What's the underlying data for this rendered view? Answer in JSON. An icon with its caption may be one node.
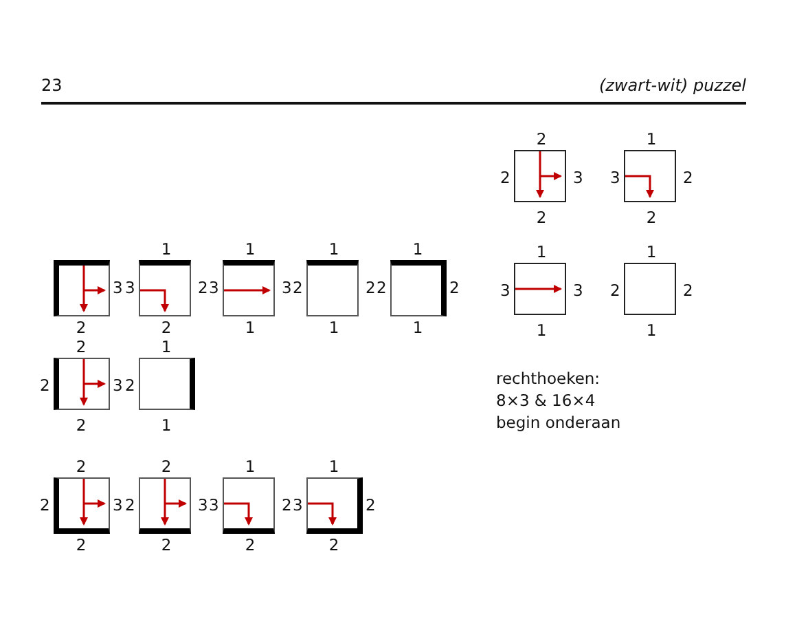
{
  "diagram": {
    "title": "(zwart-wit) puzzel",
    "nodes": [
      {
        "text": [],
        "shape": "box",
        "beside": [
          "2",
          "3",
          "2",
          "2"
        ]
      },
      {
        "text": [],
        "shape": "box",
        "beside": [
          "1",
          "2",
          "2",
          "3"
        ]
      },
      {
        "text": [],
        "shape": "box",
        "beside": [
          "1",
          "3",
          "1",
          "3"
        ]
      },
      {
        "text": [],
        "shape": "box",
        "beside": [
          "1",
          "2",
          "1",
          "2"
        ]
      },
      {
        "text": [],
        "shape": "box",
        "beside": [
          "3",
          "2"
        ]
      },
      {
        "text": [],
        "shape": "box",
        "beside": [
          "1",
          "2",
          "2",
          "3"
        ]
      },
      {
        "text": [],
        "shape": "box",
        "beside": [
          "1",
          "3",
          "1",
          "3"
        ]
      },
      {
        "text": [],
        "shape": "box",
        "beside": [
          "1",
          "2",
          "1",
          "2"
        ]
      },
      {
        "text": [],
        "shape": "box",
        "beside": [
          "1",
          "2",
          "1",
          "2"
        ]
      },
      {
        "text": [],
        "shape": "box",
        "beside": [
          "2",
          "3",
          "2",
          "2"
        ]
      },
      {
        "text": [],
        "shape": "box",
        "beside": [
          "1",
          "1",
          "2"
        ]
      },
      {
        "text": [],
        "shape": "box",
        "beside": [
          "2",
          "3",
          "2",
          "2"
        ]
      },
      {
        "text": [],
        "shape": "box",
        "beside": [
          "2",
          "3",
          "2",
          "2"
        ]
      },
      {
        "text": [],
        "shape": "box",
        "beside": [
          "1",
          "2",
          "2",
          "3"
        ]
      },
      {
        "text": [],
        "shape": "box",
        "beside": [
          "1",
          "2",
          "2",
          "3"
        ]
      }
    ],
    "labels": [
      "23",
      "rechthoeken:",
      "8×3 & 16×4",
      "begin onderaan"
    ]
  }
}
